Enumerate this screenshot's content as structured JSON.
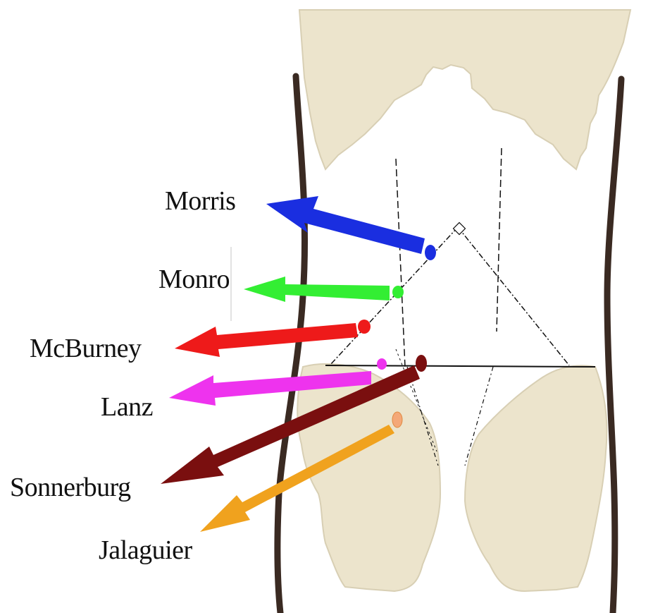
{
  "labels": {
    "morris": "Morris",
    "monro": "Monro",
    "mcburney": "McBurney",
    "lanz": "Lanz",
    "sonnerburg": "Sonnerburg",
    "jalaguier": "Jalaguier"
  },
  "colors": {
    "morris": "#1a2ee0",
    "monro": "#33ee33",
    "mcburney": "#ee1a1a",
    "lanz": "#ee33ee",
    "sonnerburg": "#7a0f0f",
    "jalaguier": "#f0a21e",
    "bone": "#ece4cc",
    "body_outline": "#3a2a22"
  }
}
